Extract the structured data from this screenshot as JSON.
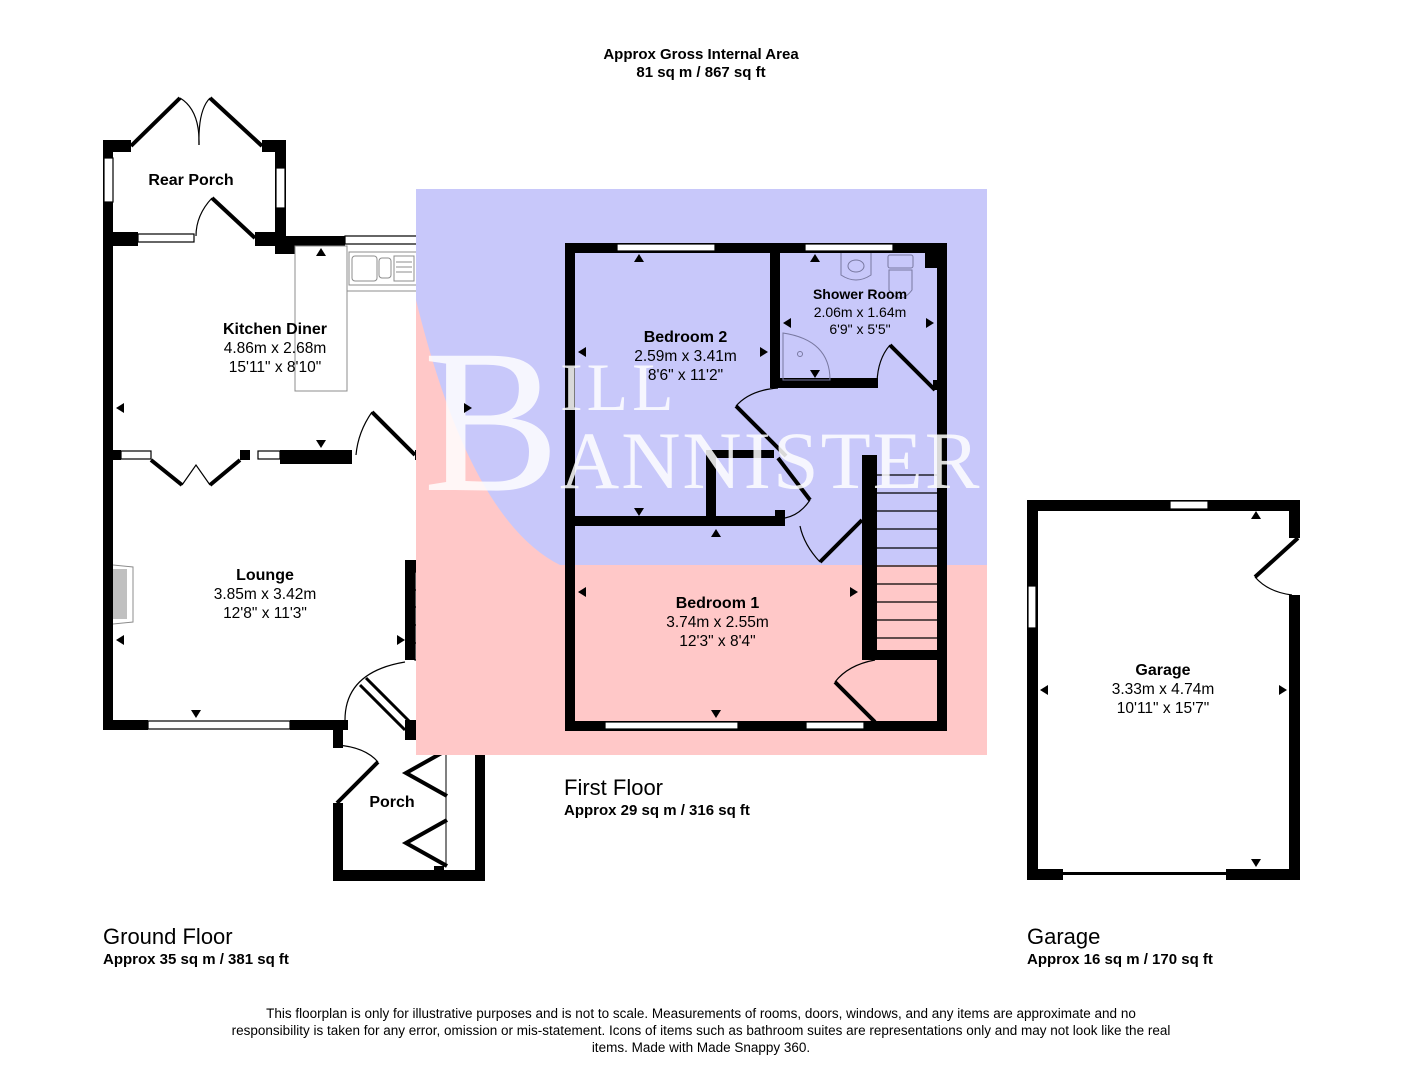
{
  "header": {
    "title": "Approx Gross Internal Area",
    "total_area": "81 sq m / 867 sq ft"
  },
  "colors": {
    "wall": "#000000",
    "watermark_blue": "#c8c8fa",
    "watermark_pink": "#ffc8c8",
    "fixture_line": "#8c8c8c"
  },
  "watermark": {
    "text_top": "ILL",
    "text_bottom": "ANNISTER",
    "initial": "B",
    "brand": "Bill Bannister"
  },
  "floors": {
    "ground": {
      "title": "Ground Floor",
      "area": "Approx 35 sq m / 381 sq ft"
    },
    "first": {
      "title": "First Floor",
      "area": "Approx 29 sq m / 316 sq ft"
    },
    "garage": {
      "title": "Garage",
      "area": "Approx 16 sq m / 170 sq ft"
    }
  },
  "rooms": {
    "rear_porch": {
      "name": "Rear Porch"
    },
    "kitchen_diner": {
      "name": "Kitchen Diner",
      "metric": "4.86m x 2.68m",
      "imperial": "15'11\" x 8'10\""
    },
    "lounge": {
      "name": "Lounge",
      "metric": "3.85m x 3.42m",
      "imperial": "12'8\" x 11'3\""
    },
    "porch": {
      "name": "Porch"
    },
    "bedroom_2": {
      "name": "Bedroom 2",
      "metric": "2.59m x 3.41m",
      "imperial": "8'6\" x 11'2\""
    },
    "shower_room": {
      "name": "Shower Room",
      "metric": "2.06m x 1.64m",
      "imperial": "6'9\" x 5'5\""
    },
    "bedroom_1": {
      "name": "Bedroom 1",
      "metric": "3.74m x 2.55m",
      "imperial": "12'3\" x 8'4\""
    },
    "garage": {
      "name": "Garage",
      "metric": "3.33m x 4.74m",
      "imperial": "10'11\" x 15'7\""
    }
  },
  "disclaimer": "This floorplan is only for illustrative purposes and is not to scale. Measurements of rooms, doors, windows, and any items are approximate and no responsibility is taken for any error, omission or mis-statement. Icons of items such as bathroom suites are representations only and may not look like the real items. Made with Made Snappy 360."
}
